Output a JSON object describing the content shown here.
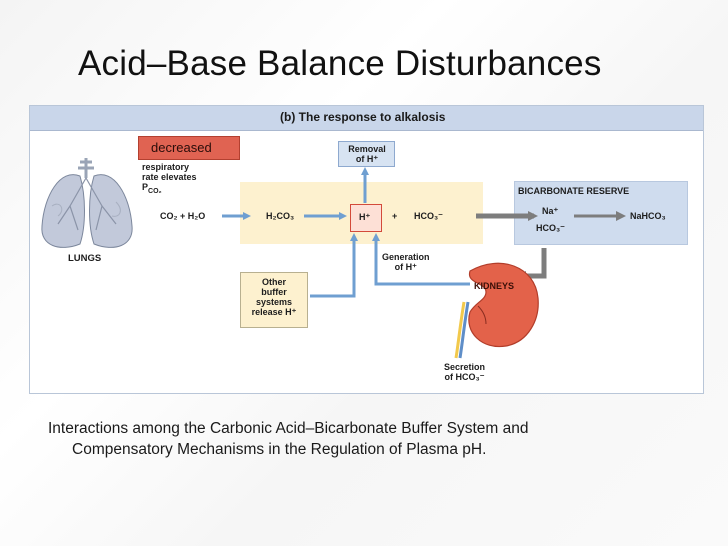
{
  "slide": {
    "title": "Acid–Base Balance Disturbances"
  },
  "figure": {
    "header": "(b) The response to alkalosis",
    "decreased_tag": "decreased",
    "respiratory_text": [
      "respiratory",
      "rate elevates"
    ],
    "pco2_text": "P",
    "pco2_sub": "CO₂",
    "lungs_label": "LUNGS",
    "equation": {
      "co2_h2o": "CO₂ + H₂O",
      "h2co3": "H₂CO₃",
      "hplus": "H⁺",
      "plus": "+",
      "hco3": "HCO₃⁻"
    },
    "removal_box": [
      "Removal",
      "of H⁺"
    ],
    "generation_text": [
      "Generation",
      "of H⁺"
    ],
    "other_buffer_box": [
      "Other",
      "buffer",
      "systems",
      "release H⁺"
    ],
    "bicarbonate_reserve": {
      "title": "BICARBONATE RESERVE",
      "na": "Na⁺",
      "hco3": "HCO₃⁻",
      "nahco3": "NaHCO₃"
    },
    "kidneys_label": "KIDNEYS",
    "secretion_text": [
      "Secretion",
      "of HCO₃⁻"
    ],
    "colors": {
      "arrow_blue": "#6f9fd1",
      "arrow_gray": "#7d7d7d",
      "kidney": "#e3624a",
      "decreased_bg": "#e06352",
      "header_bg": "#c9d6ea",
      "yellow_band": "#fdf1cf"
    }
  },
  "caption": {
    "line1": "Interactions among the Carbonic Acid–Bicarbonate Buffer System and",
    "line2": "Compensatory Mechanisms in the Regulation of Plasma pH."
  }
}
